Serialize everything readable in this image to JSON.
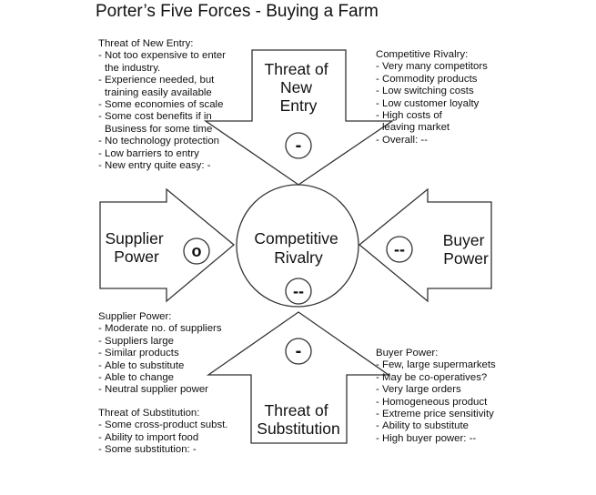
{
  "title": "Porter’s Five Forces - Buying a Farm",
  "forces": {
    "new_entry": {
      "label_lines": [
        "Threat of",
        "New",
        "Entry"
      ],
      "rating": "-"
    },
    "supplier": {
      "label_lines": [
        "Supplier",
        "Power"
      ],
      "rating": "o"
    },
    "rivalry": {
      "label_lines": [
        "Competitive",
        "Rivalry"
      ],
      "rating": "--"
    },
    "buyer": {
      "label_lines": [
        "Buyer",
        "Power"
      ],
      "rating": "--"
    },
    "substitution": {
      "label_lines": [
        "Threat of",
        "Substitution"
      ],
      "rating": "-"
    }
  },
  "notes": {
    "new_entry": {
      "heading": "Threat of New Entry:",
      "items": [
        "Not too expensive to enter\nthe industry.",
        "Experience needed, but\ntraining easily available",
        "Some economies of scale",
        "Some cost benefits if in\nBusiness for some time",
        "No technology protection",
        "Low barriers to entry",
        "New entry quite easy: -"
      ]
    },
    "rivalry": {
      "heading": "Competitive Rivalry:",
      "items": [
        "Very many competitors",
        "Commodity products",
        "Low switching costs",
        "Low customer loyalty",
        "High costs of\nleaving market",
        "Overall: --"
      ]
    },
    "supplier": {
      "heading": "Supplier Power:",
      "items": [
        "Moderate no. of  suppliers",
        "Suppliers large",
        "Similar products",
        "Able to substitute",
        "Able to change",
        "Neutral supplier power"
      ]
    },
    "substitution": {
      "heading": "Threat of Substitution:",
      "items": [
        "Some cross-product subst.",
        "Ability to import food",
        "Some substitution: -"
      ]
    },
    "buyer": {
      "heading": "Buyer Power:",
      "items": [
        "Few, large supermarkets",
        "May be co-operatives?",
        "Very large orders",
        "Homogeneous product",
        "Extreme price sensitivity",
        "Ability to substitute",
        "High buyer power: --"
      ]
    }
  }
}
